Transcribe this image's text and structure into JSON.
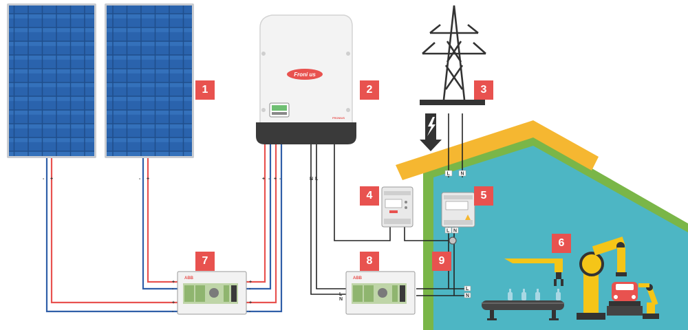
{
  "colors": {
    "badge": "#e8524f",
    "panel": "#1f4e8c",
    "panel_frame": "#c9ccd1",
    "wire_pos": "#e8524f",
    "wire_neg": "#2f5ea8",
    "wire_ac": "#222222",
    "roof": "#f5b731",
    "wall": "#7ab648",
    "interior": "#4db6c4",
    "inverter_body": "#f3f3f3",
    "inverter_base": "#3a3a3a",
    "robot": "#f5c518",
    "conveyor": "#444444",
    "car": "#e8524f"
  },
  "badges": [
    {
      "n": "1"
    },
    {
      "n": "2"
    },
    {
      "n": "3"
    },
    {
      "n": "4"
    },
    {
      "n": "5"
    },
    {
      "n": "6"
    },
    {
      "n": "7"
    },
    {
      "n": "8"
    },
    {
      "n": "9"
    }
  ],
  "inverter": {
    "brand": "Froni us",
    "brand_small": "FRONIUS"
  },
  "combiners": [
    {
      "brand": "ABB"
    },
    {
      "brand": "ABB"
    }
  ],
  "terminals": {
    "plus": "+",
    "minus": "-",
    "L": "L",
    "N": "N"
  },
  "icons": [
    "lightning-icon",
    "arrow-down-icon",
    "transmission-tower-icon",
    "solar-panel-icon",
    "inverter-icon",
    "energy-meter-icon",
    "robot-arm-icon",
    "conveyor-icon",
    "car-icon"
  ]
}
